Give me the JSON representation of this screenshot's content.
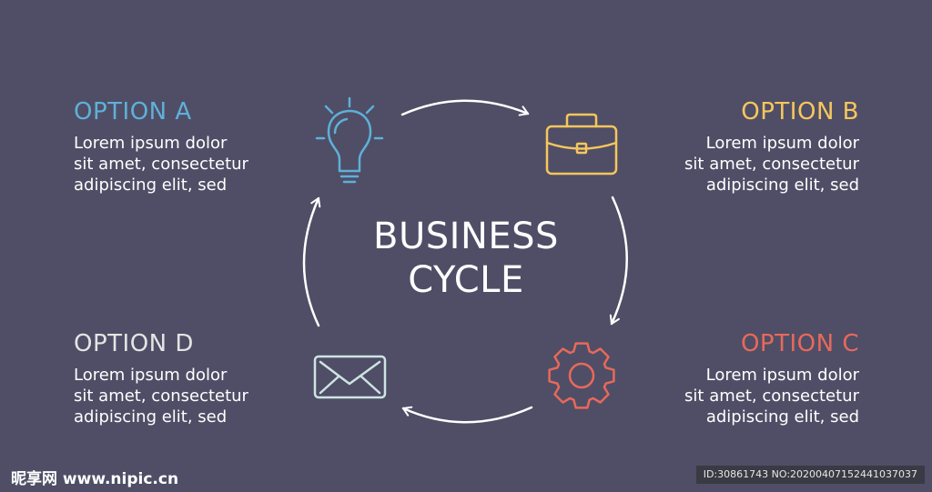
{
  "options": {
    "a": {
      "title": "OPTION A",
      "color": "#5fb0d8",
      "lines": [
        "Lorem ipsum dolor",
        "sit amet, consectetur",
        "adipiscing elit, sed"
      ]
    },
    "b": {
      "title": "OPTION B",
      "color": "#f7c65c",
      "lines": [
        "Lorem ipsum dolor",
        "sit amet, consectetur",
        "adipiscing elit, sed"
      ]
    },
    "c": {
      "title": "OPTION C",
      "color": "#e8695a",
      "lines": [
        "Lorem ipsum dolor",
        "sit amet, consectetur",
        "adipiscing elit, sed"
      ]
    },
    "d": {
      "title": "OPTION D",
      "color": "#e4e4e4",
      "lines": [
        "Lorem ipsum dolor",
        "sit amet, consectetur",
        "adipiscing elit, sed"
      ]
    }
  },
  "center": {
    "line1": "BUSINESS",
    "line2": "CYCLE"
  },
  "icons": {
    "a": "lightbulb-icon",
    "b": "briefcase-icon",
    "c": "gear-icon",
    "d": "envelope-icon"
  },
  "watermark": {
    "left": "昵享网 www.nipic.cn",
    "right": "ID:30861743 NO:20200407152441037037"
  },
  "colors": {
    "background": "#4f4e66",
    "arrows": "#ffffff"
  }
}
